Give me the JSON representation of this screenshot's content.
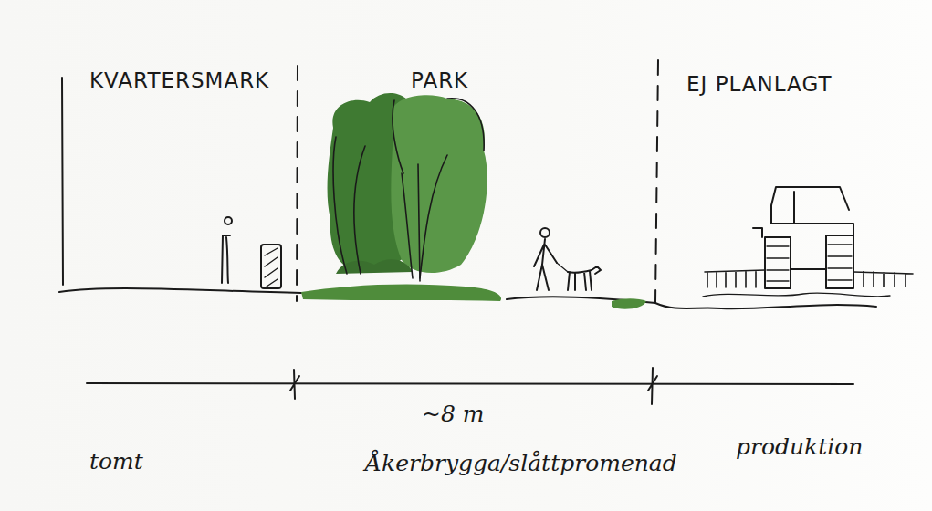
{
  "diagram": {
    "labels": [
      "KVARTERSMARK",
      "PARK",
      "EJ PLANLAGT",
      "~8 m",
      "tomt",
      "Åkerbrygga/slåttpromenad",
      "produktion"
    ]
  }
}
